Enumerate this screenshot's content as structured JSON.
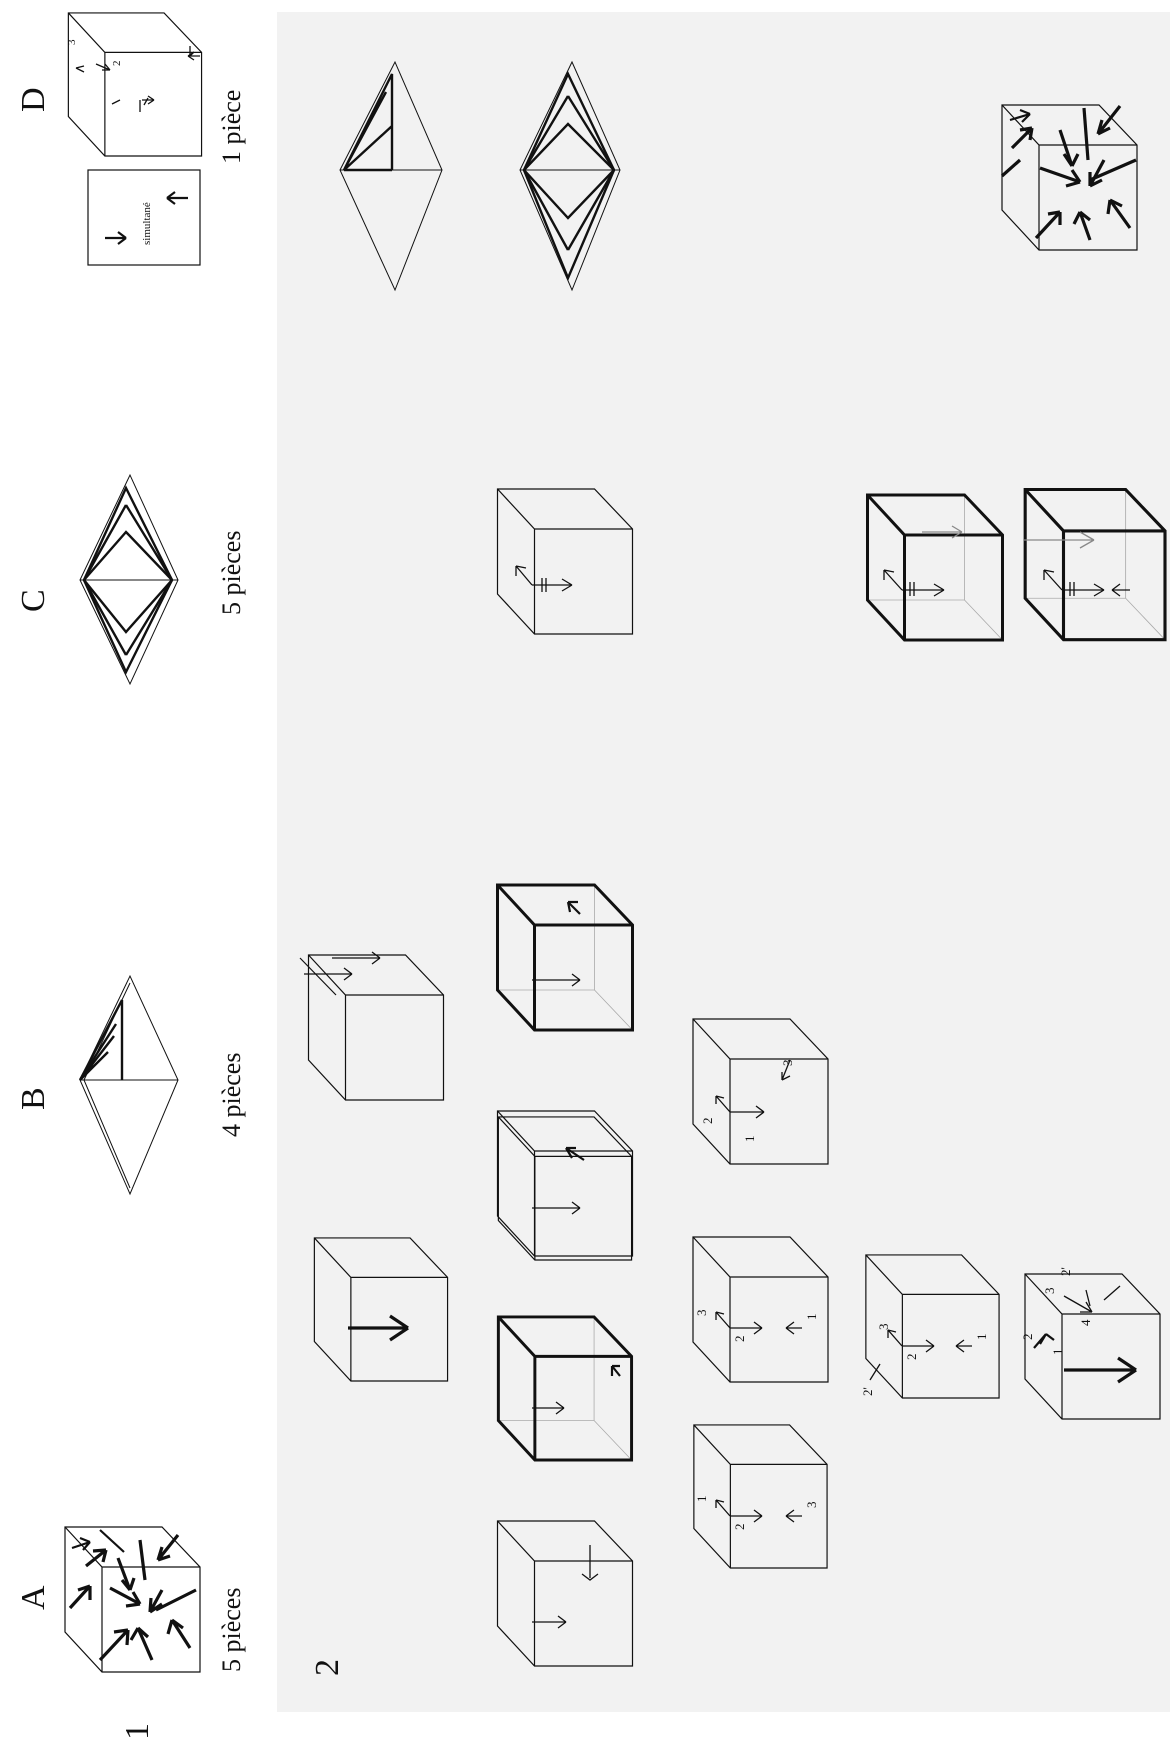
{
  "labels": {
    "fig1": "1",
    "fig2": "2",
    "colA": "A",
    "colB": "B",
    "colC": "C",
    "colD": "D",
    "countA": "5 pièces",
    "countB": "4 pièces",
    "countC": "5 pièces",
    "countD": "1 pièce",
    "simultane": "simultané"
  },
  "step_numbers": {
    "one": "1",
    "two": "2",
    "two_prime": "2'",
    "three": "3",
    "four": "4"
  },
  "colors": {
    "panel_background": "#f2f2f2",
    "ink": "#111111",
    "hidden_edge": "#aaaaaa",
    "secondary_arrow": "#888888"
  }
}
